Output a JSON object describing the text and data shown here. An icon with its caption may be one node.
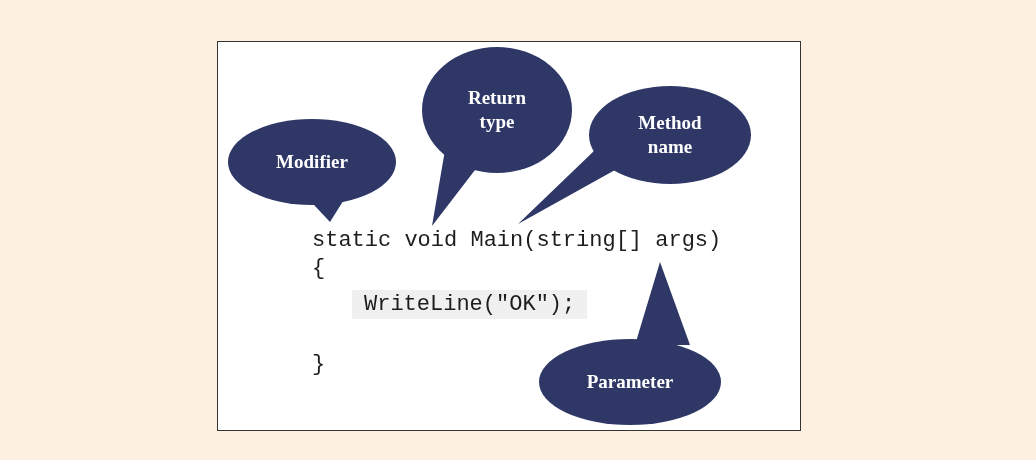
{
  "diagram": {
    "nodes": [
      {
        "text": [
          "Modifier"
        ]
      },
      {
        "text": [
          "Return type"
        ]
      },
      {
        "text": [
          "Method name"
        ]
      },
      {
        "text": [
          "Parameter"
        ]
      }
    ],
    "labels": [
      "static void Main(string[] args)",
      "{",
      "WriteLine(\"OK\");",
      "}"
    ]
  }
}
